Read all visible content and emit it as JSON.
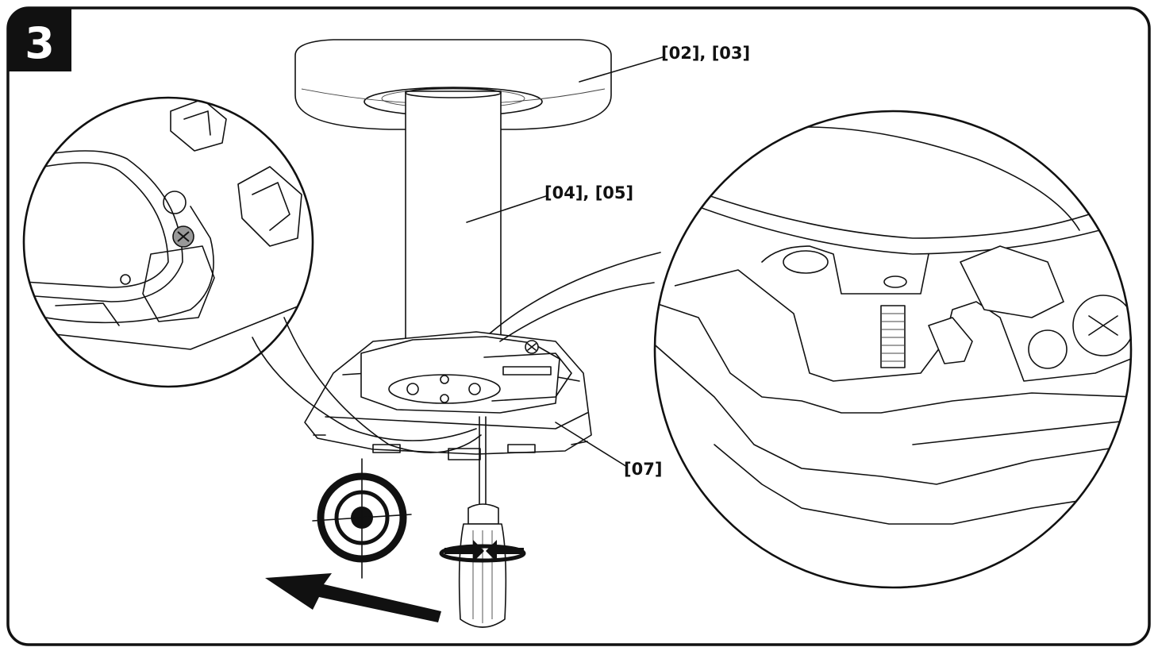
{
  "step": {
    "number": "3"
  },
  "callouts": {
    "ceiling_plate": "[02], [03]",
    "pole": "[04], [05]",
    "adapter_plate": "[07]"
  },
  "icons": {
    "target": "target-icon",
    "arrow": "direction-arrow-icon",
    "screwdriver": "screwdriver-icon",
    "rotation": "rotation-arrows-icon",
    "screw": "phillips-screw-icon"
  },
  "colors": {
    "ink": "#111111",
    "paper": "#ffffff"
  }
}
